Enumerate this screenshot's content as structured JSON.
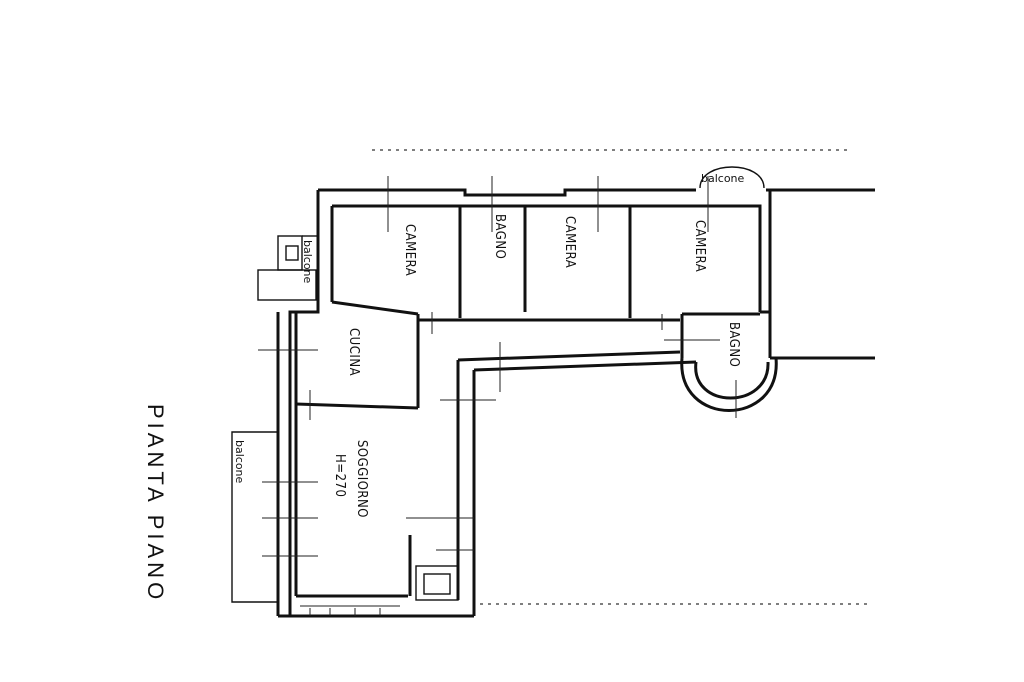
{
  "title": "PIANTA PIANO",
  "rooms": {
    "camera_1": "CAMERA",
    "bagno_1": "BAGNO",
    "camera_2": "CAMERA",
    "camera_3": "CAMERA",
    "bagno_2": "BAGNO",
    "cucina": "CUCINA",
    "soggiorno": "SOGGIORNO",
    "soggiorno_height": "H=270"
  },
  "balconies": {
    "top": "balcone",
    "left_upper": "balcone",
    "left_lower": "balcone"
  }
}
